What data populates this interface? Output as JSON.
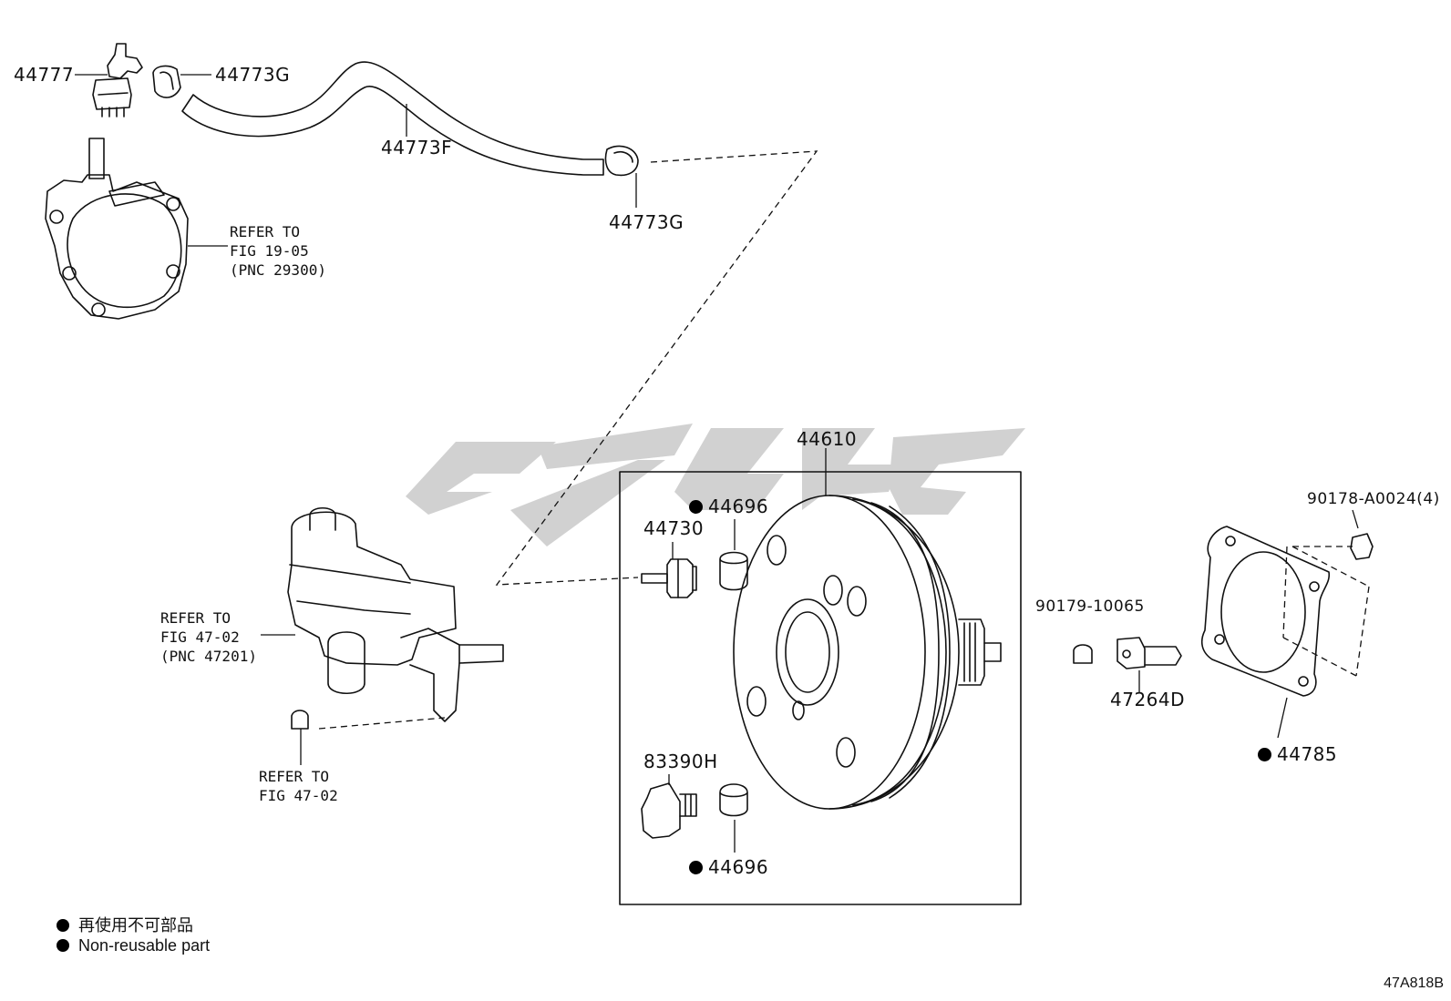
{
  "parts": {
    "p44777": "44777",
    "p44773G_top": "44773G",
    "p44773F": "44773F",
    "p44773G_mid": "44773G",
    "p44610": "44610",
    "p44696_top": "44696",
    "p44730": "44730",
    "p83390H": "83390H",
    "p44696_bottom": "44696",
    "p90178": "90178-A0024(4)",
    "p90179": "90179-10065",
    "p47264D": "47264D",
    "p44785": "44785"
  },
  "refs": {
    "vacuum_pump": "REFER TO\nFIG 19-05\n(PNC 29300)",
    "master_cylinder": "REFER TO\nFIG 47-02\n(PNC 47201)",
    "plug": "REFER TO\nFIG 47-02"
  },
  "legend": {
    "line1": "再使用不可部品",
    "line2": "Non-reusable part"
  },
  "figure_code": "47A818B",
  "colors": {
    "line": "#111111",
    "watermark": "#c8c8c8",
    "dot": "#000000"
  }
}
